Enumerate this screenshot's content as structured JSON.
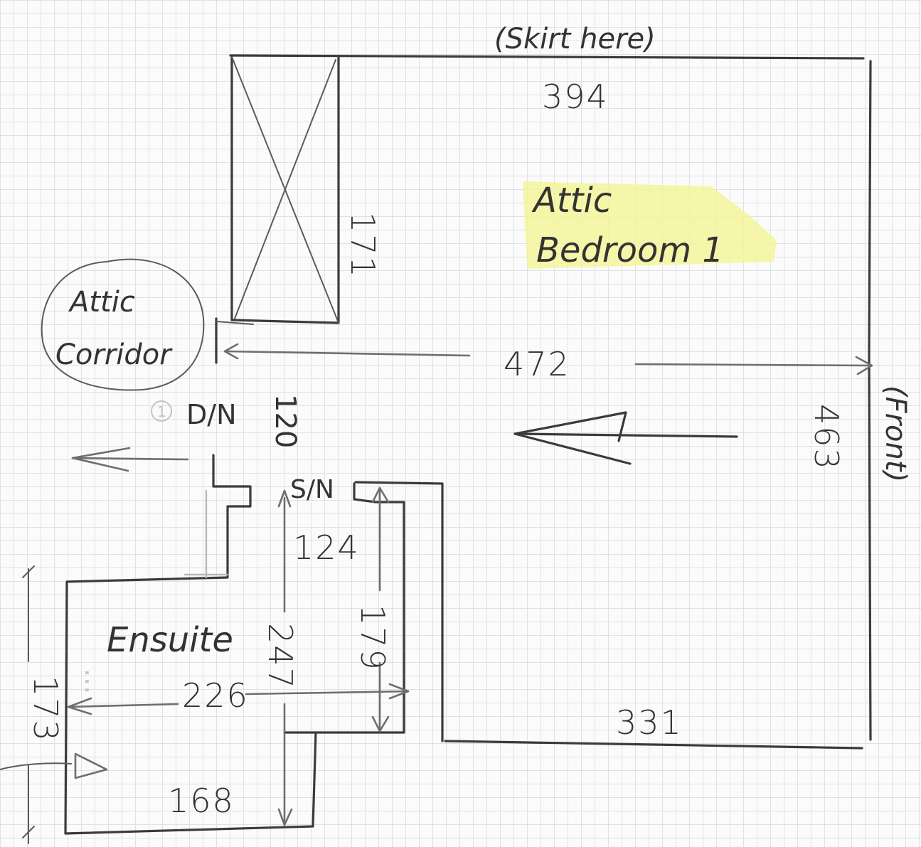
{
  "labels": {
    "skirt_note": "(Skirt here)",
    "front_note": "(Front)",
    "bedroom_line1": "Attic",
    "bedroom_line2": "Bedroom 1",
    "corridor_line1": "Attic",
    "corridor_line2": "Corridor",
    "ensuite": "Ensuite",
    "down_marker": "D/N",
    "step_marker": "S/N",
    "circled_number": "1"
  },
  "dimensions": {
    "top_wall": "394",
    "wardrobe_height": "171",
    "room_width": "472",
    "right_wall": "463",
    "opening": "120",
    "landing": "124",
    "stair_length": "247",
    "stair_inner": "179",
    "bottom_wall": "331",
    "ensuite_width": "226",
    "ensuite_left": "173",
    "ensuite_bottom": "168"
  },
  "colors": {
    "ink": "#3b3b3b",
    "highlighter": "#f3f59a",
    "grid": "#dfe1e4",
    "paper": "#fbfbfb"
  }
}
